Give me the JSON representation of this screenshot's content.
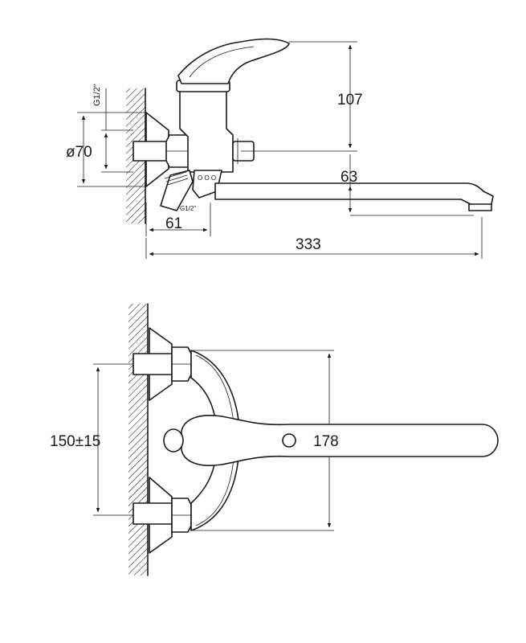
{
  "side_view": {
    "dim_height": "107",
    "dim_spout_height": "63",
    "dim_diameter": "ø70",
    "dim_offset": "61",
    "dim_length": "333",
    "thread_vertical": "G1/2\"",
    "thread_bottom": "G1/2\""
  },
  "top_view": {
    "dim_center_distance": "150±15",
    "dim_depth": "178"
  }
}
